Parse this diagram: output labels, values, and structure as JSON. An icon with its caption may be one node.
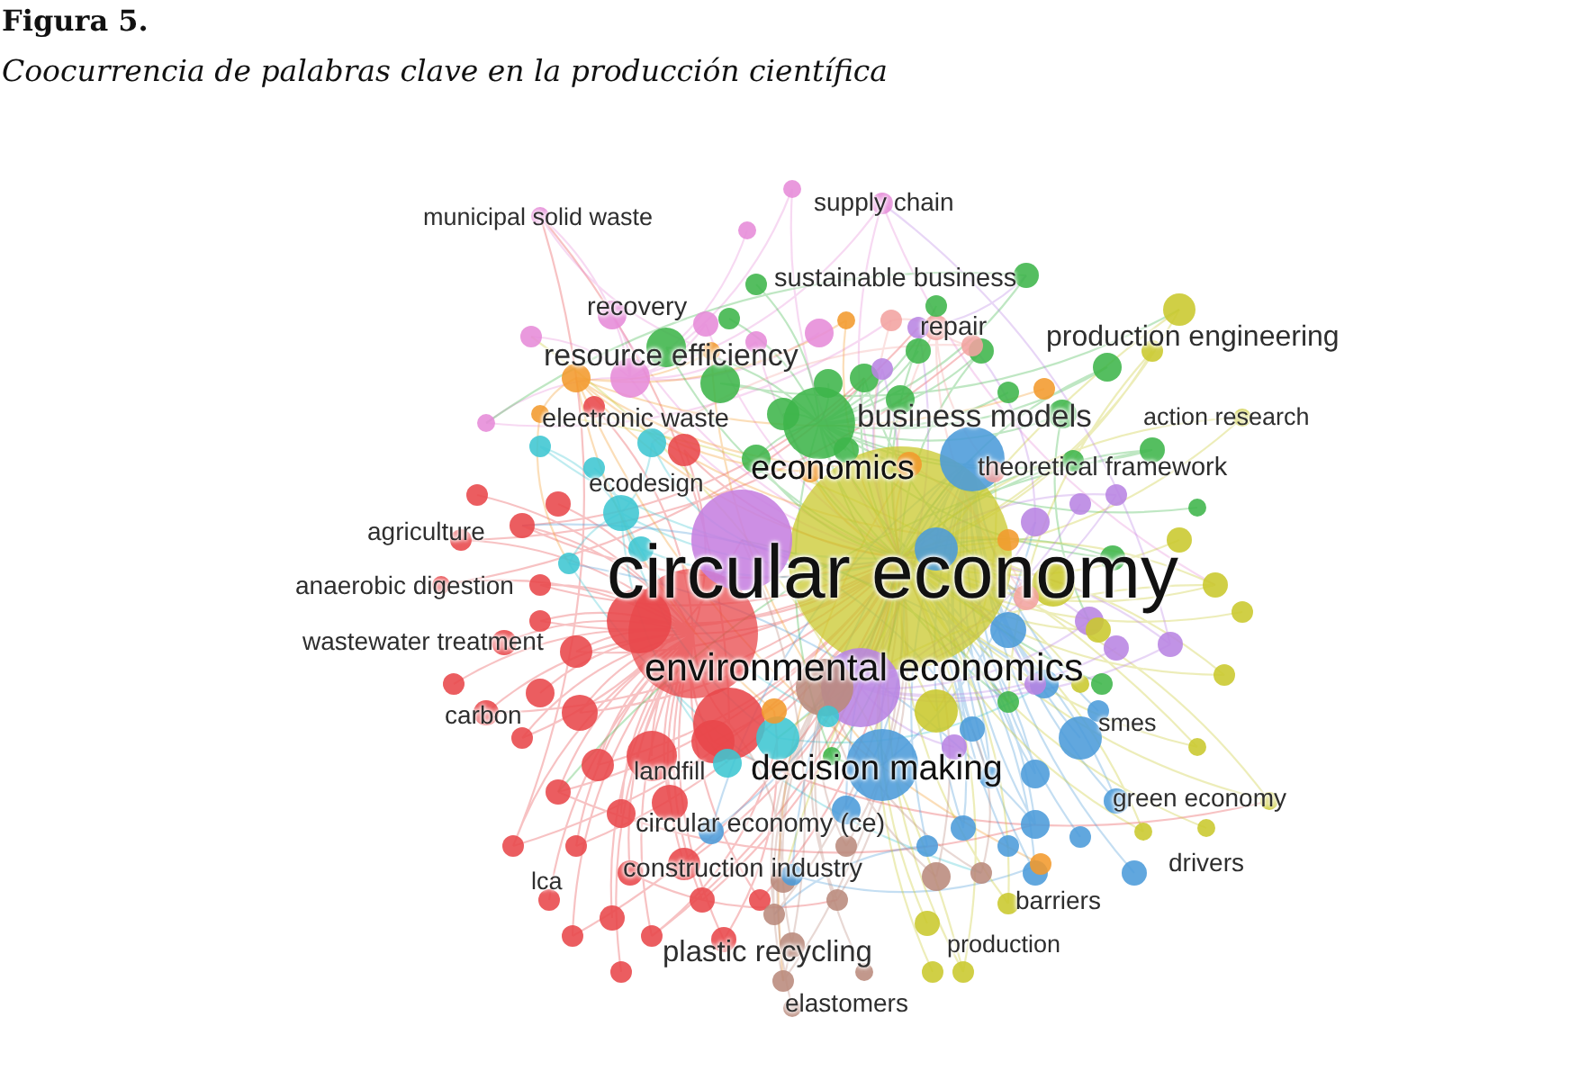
{
  "diagram": {
    "title": "Figura 5.",
    "caption": "Coocurrencia de palabras clave en la producción científica",
    "labels": [
      "supply chain",
      "municipal solid waste",
      "sustainable business",
      "recovery",
      "repair",
      "production engineering",
      "resource efficiency",
      "business models",
      "action research",
      "electronic waste",
      "economics",
      "theoretical framework",
      "ecodesign",
      "agriculture",
      "circular economy",
      "anaerobic digestion",
      "wastewater treatment",
      "environmental economics",
      "carbon",
      "smes",
      "landfill",
      "decision making",
      "green economy",
      "circular economy (ce)",
      "drivers",
      "lca",
      "construction industry",
      "barriers",
      "production",
      "plastic recycling",
      "elastomers"
    ]
  }
}
